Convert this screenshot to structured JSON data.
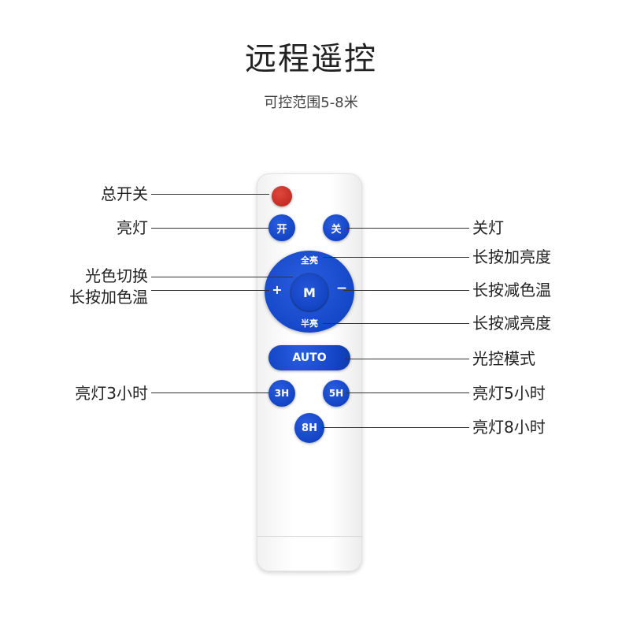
{
  "header": {
    "title": "远程遥控",
    "subtitle": "可控范围5-8米"
  },
  "remote": {
    "on_label": "开",
    "off_label": "关",
    "dial_top": "全亮",
    "dial_center": "M",
    "dial_left": "+",
    "dial_right": "−",
    "dial_bottom": "半亮",
    "auto_label": "AUTO",
    "timer_3h": "3H",
    "timer_5h": "5H",
    "timer_8h": "8H"
  },
  "callouts": {
    "power": "总开关",
    "light_on": "亮灯",
    "light_off": "关灯",
    "long_press_bright_up": "长按加亮度",
    "color_switch": "光色切换",
    "long_press_warm_up": "长按加色温",
    "long_press_warm_down": "长按减色温",
    "long_press_bright_down": "长按减亮度",
    "light_control_mode": "光控模式",
    "light_3h": "亮灯3小时",
    "light_5h": "亮灯5小时",
    "light_8h": "亮灯8小时"
  },
  "colors": {
    "button_blue": "#1244c4",
    "power_red": "#c02a22",
    "remote_body": "#ffffff"
  }
}
